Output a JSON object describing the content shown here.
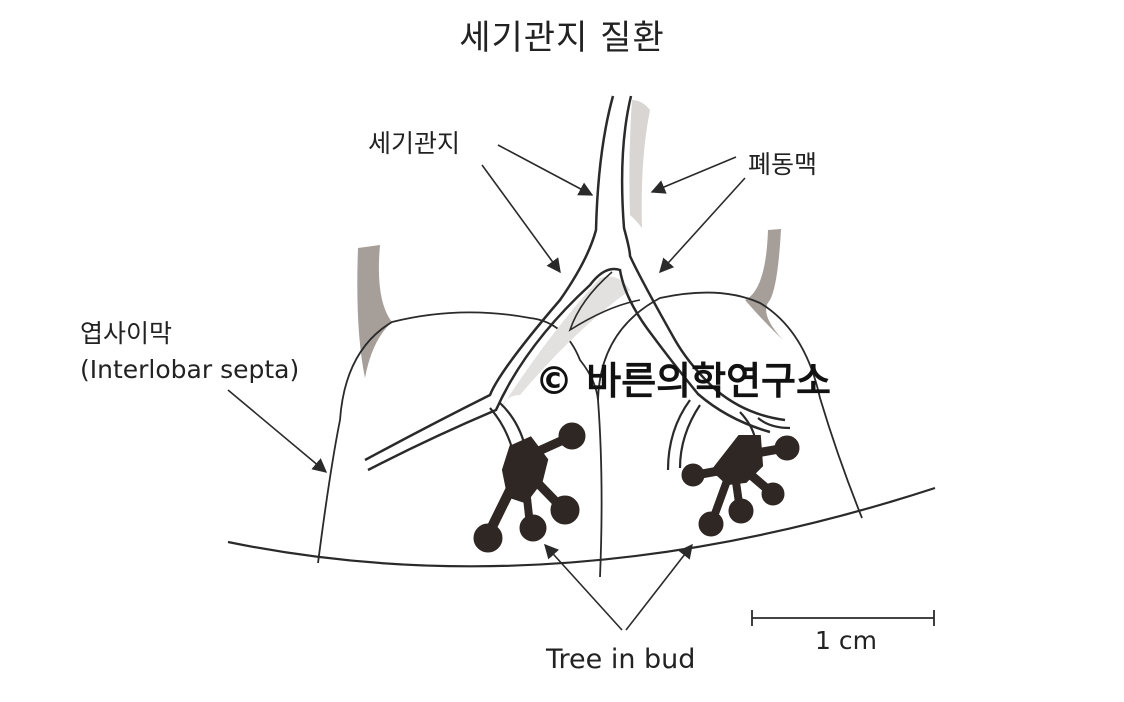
{
  "title": "세기관지 질환",
  "labels": {
    "bronchiole": "세기관지",
    "pulmonary_artery": "폐동맥",
    "septa_ko": "엽사이막",
    "septa_en": "(Interlobar septa)",
    "tree_in_bud": "Tree in bud",
    "scale": "1 cm"
  },
  "watermark": "© 바른의학연구소",
  "colors": {
    "line": "#2a2a2a",
    "nodule": "#2f2724",
    "septa_fill": "#a59e99",
    "shadow": "#d8d5d2"
  }
}
